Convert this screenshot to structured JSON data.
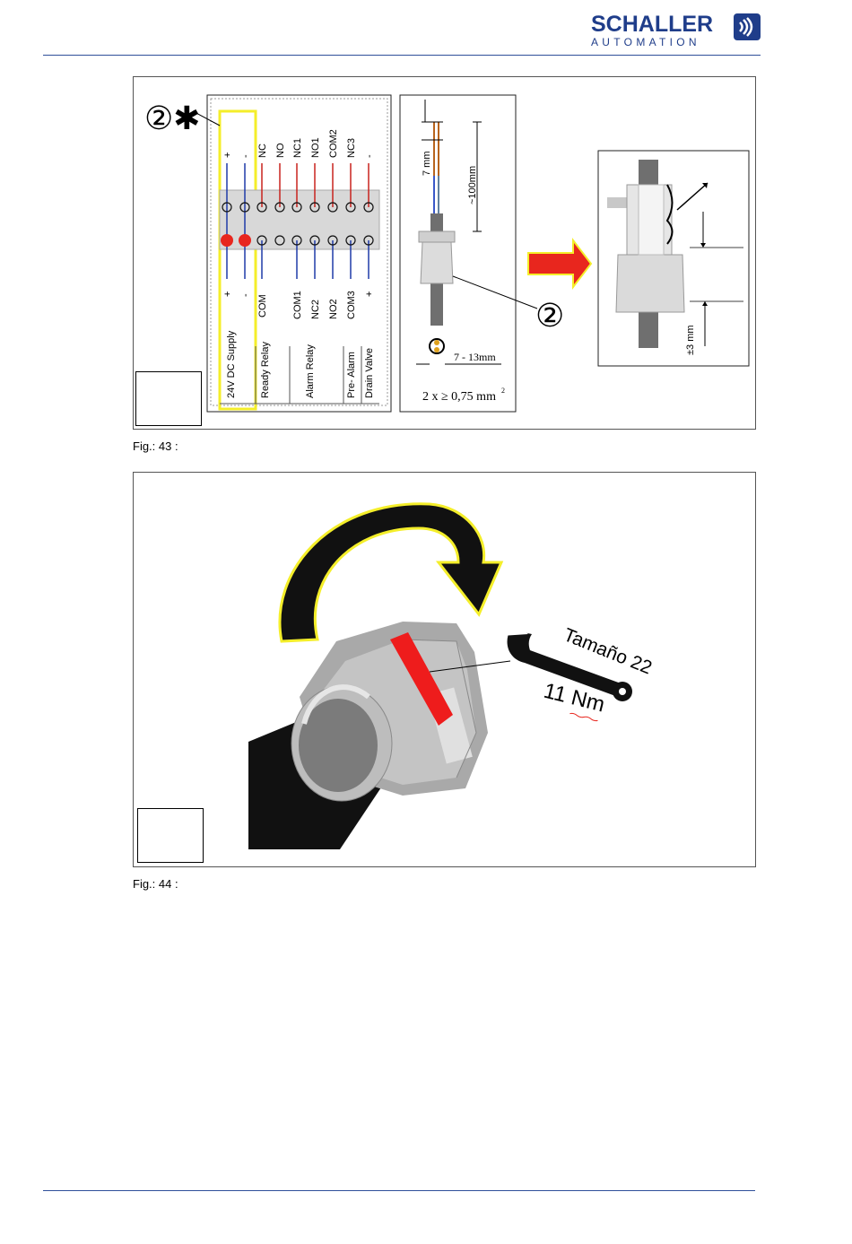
{
  "header": {
    "brand_name": "SCHALLER",
    "brand_sub": "AUTOMATION"
  },
  "figure_43": {
    "caption": "Fig.: 43 :",
    "marker": "②✱",
    "terminals_top": [
      "+",
      "-",
      "NC",
      "NO",
      "NC1",
      "NO1",
      "COM2",
      "NC3",
      "-"
    ],
    "terminals_bottom": [
      "+",
      "-",
      "COM",
      "COM1",
      "NC2",
      "NO2",
      "COM3",
      "+"
    ],
    "group_labels": [
      "24V DC Supply",
      "Ready Relay",
      "Alarm Relay",
      "Pre- Alarm",
      "Drain Valve"
    ],
    "cable_dims": {
      "strip_length": "7 mm",
      "sheath_length": "~100mm",
      "diameter_range": "7 - 13mm",
      "cross_section": "2 x ≥ 0,75 mm"
    },
    "item_number": "②",
    "gland_dim": "±3 mm"
  },
  "figure_44": {
    "caption": "Fig.: 44 :",
    "wrench_size": "Tamaño 22",
    "torque": "11 Nm"
  },
  "colors": {
    "brand_blue": "#1f3d8a",
    "highlight_yellow": "#f4ee2a",
    "arrow_red": "#e8261e",
    "wire_red": "#c8231e",
    "wire_blue": "#1f3aa8"
  }
}
